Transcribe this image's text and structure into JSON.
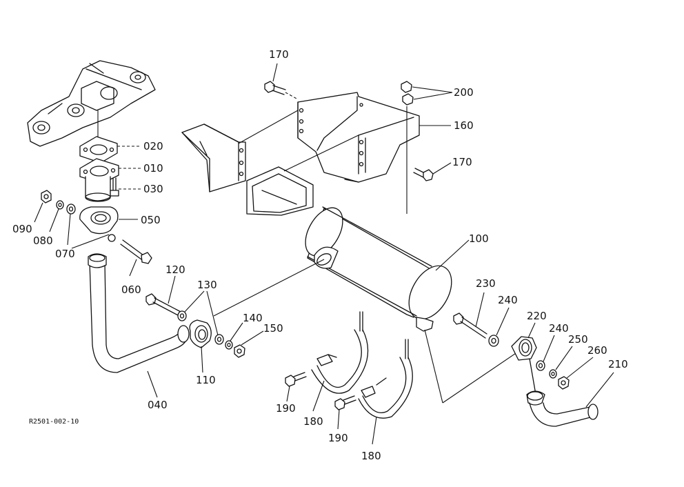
{
  "diagram_code": "R2501-002-10",
  "callouts": {
    "p010": "010",
    "p020": "020",
    "p030": "030",
    "p040": "040",
    "p050": "050",
    "p060": "060",
    "p070": "070",
    "p080": "080",
    "p090": "090",
    "p100": "100",
    "p110": "110",
    "p120": "120",
    "p130": "130",
    "p140": "140",
    "p150": "150",
    "p160": "160",
    "p170a": "170",
    "p170b": "170",
    "p180a": "180",
    "p180b": "180",
    "p190a": "190",
    "p190b": "190",
    "p200": "200",
    "p210": "210",
    "p220": "220",
    "p230": "230",
    "p240a": "240",
    "p240b": "240",
    "p250": "250",
    "p260": "260"
  }
}
